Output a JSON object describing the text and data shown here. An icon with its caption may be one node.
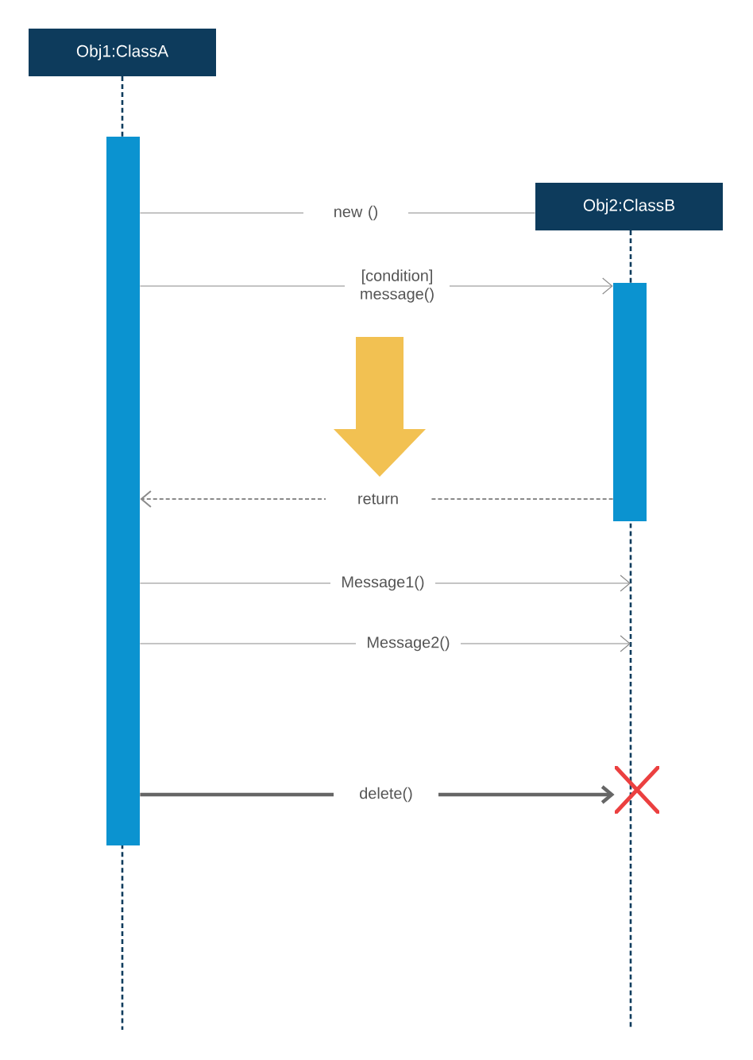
{
  "diagram": {
    "nodes": [
      {
        "text": [
          "Obj1:ClassA"
        ]
      },
      {
        "text": [
          "Obj2:ClassB"
        ]
      },
      {
        "text": [],
        "shape": "bar"
      },
      {
        "text": [],
        "shape": "bar"
      },
      {
        "text": [],
        "shape": "cross"
      }
    ],
    "edges": [
      {
        "from": 2,
        "to": 1,
        "arrow": "none",
        "label": "new ()"
      },
      {
        "from": 2,
        "to": 3,
        "arrow": "to",
        "label": "[condition] message()"
      },
      {
        "from": 3,
        "to": 2,
        "arrow": "to",
        "label": "return",
        "style": "dashed"
      },
      {
        "from": 2,
        "to": null,
        "arrow": "to",
        "label": "Message1()"
      },
      {
        "from": 2,
        "to": null,
        "arrow": "to",
        "label": "Message2()"
      },
      {
        "from": 2,
        "to": 4,
        "arrow": "to",
        "label": "delete()",
        "style": "thick",
        "color": "#666666"
      }
    ]
  }
}
